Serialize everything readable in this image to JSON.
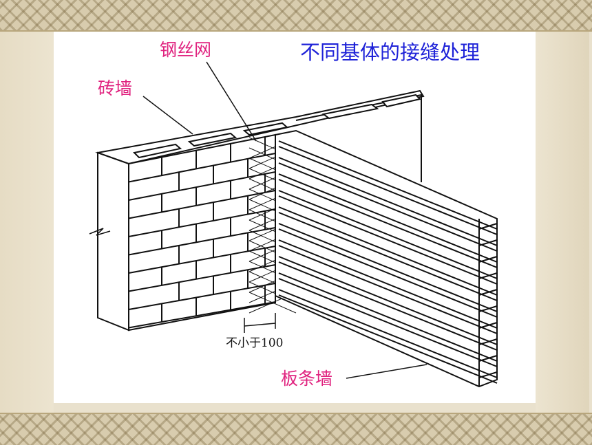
{
  "slide": {
    "title": "不同基体的接缝处理",
    "labels": {
      "mesh": "钢丝网",
      "brick_wall": "砖墙",
      "plank_wall": "板条墙",
      "dimension": "不小于100"
    }
  }
}
